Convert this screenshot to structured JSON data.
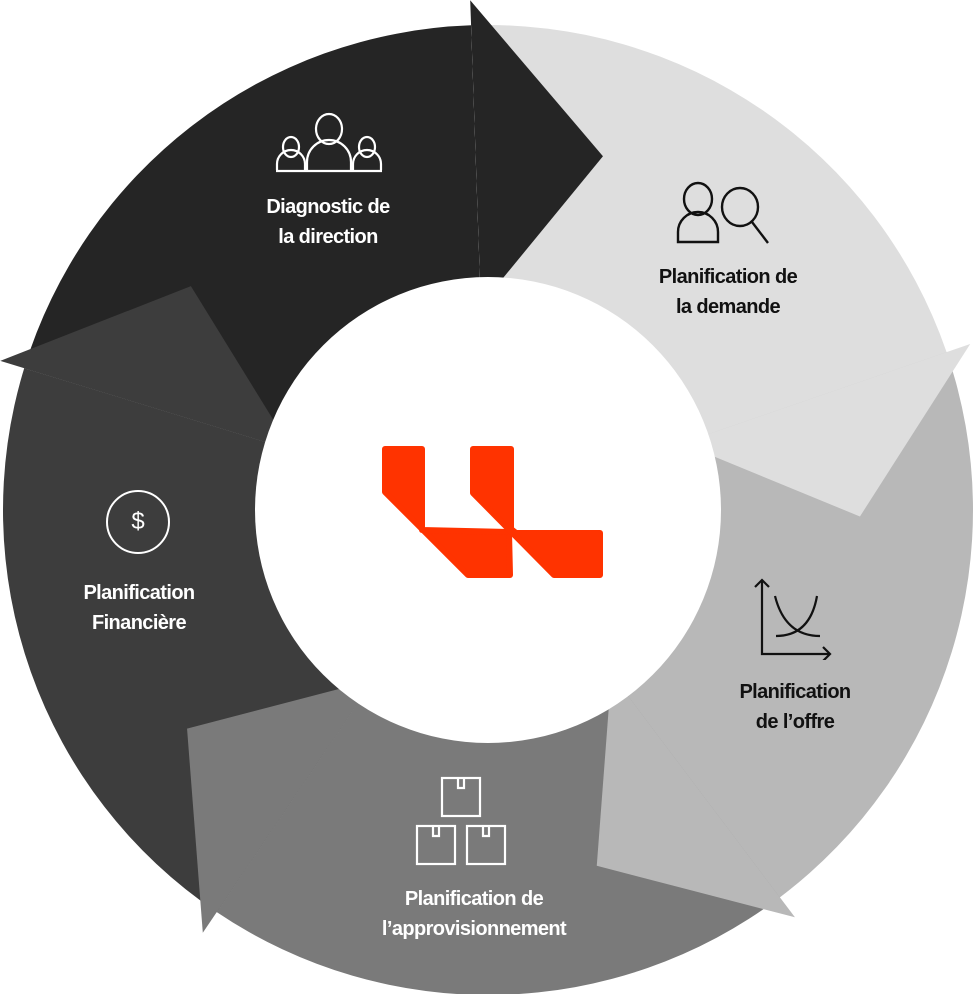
{
  "segments": [
    {
      "id": "diagnostic",
      "lines": [
        "Diagnostic de",
        "la direction"
      ],
      "icon": "people-group-icon",
      "color": "#252525",
      "text_color": "#ffffff"
    },
    {
      "id": "demande",
      "lines": [
        "Planification de",
        "la demande"
      ],
      "icon": "person-search-icon",
      "color": "#dedede",
      "text_color": "#111111"
    },
    {
      "id": "offre",
      "lines": [
        "Planification",
        "de l’offre"
      ],
      "icon": "supply-demand-chart-icon",
      "color": "#b8b8b8",
      "text_color": "#111111"
    },
    {
      "id": "approvisionnement",
      "lines": [
        "Planification de",
        "l’approvisionnement"
      ],
      "icon": "boxes-icon",
      "color": "#7a7a7a",
      "text_color": "#ffffff"
    },
    {
      "id": "financiere",
      "lines": [
        "Planification",
        "Financière"
      ],
      "icon": "dollar-circle-icon",
      "color": "#3d3d3d",
      "text_color": "#ffffff"
    }
  ],
  "dollar_symbol": "$",
  "logo": {
    "name": "brand-logo",
    "color": "#ff3300"
  }
}
